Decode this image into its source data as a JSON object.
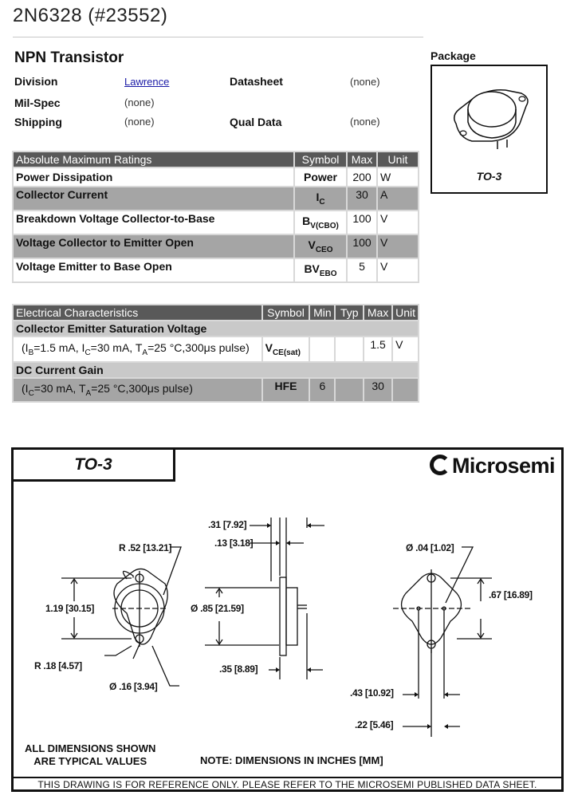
{
  "header": {
    "title": "2N6328    (#23552)"
  },
  "part": {
    "type": "NPN Transistor",
    "info": [
      {
        "label": "Division",
        "value": "Lawrence",
        "link": true
      },
      {
        "label": "Datasheet",
        "value": "(none)"
      },
      {
        "label": "Mil-Spec",
        "value": "(none)"
      },
      {
        "label": "Shipping",
        "value": "(none)"
      },
      {
        "label": "Qual Data",
        "value": "(none)"
      }
    ]
  },
  "package": {
    "label": "Package",
    "name": "TO-3"
  },
  "ratings": {
    "headers": [
      "Absolute Maximum Ratings",
      "Symbol",
      "Max",
      "Unit"
    ],
    "rows": [
      {
        "param": "Power Dissipation",
        "symbol": "Power",
        "sub": "",
        "max": "200",
        "unit": "W"
      },
      {
        "param": "Collector Current",
        "symbol": "I",
        "sub": "C",
        "max": "30",
        "unit": "A"
      },
      {
        "param": "Breakdown Voltage Collector-to-Base",
        "symbol": "B",
        "sub": "V(CBO)",
        "max": "100",
        "unit": "V"
      },
      {
        "param": "Voltage Collector to Emitter Open",
        "symbol": "V",
        "sub": "CEO",
        "max": "100",
        "unit": "V"
      },
      {
        "param": "Voltage Emitter to Base Open",
        "symbol": "BV",
        "sub": "EBO",
        "max": "5",
        "unit": "V"
      }
    ]
  },
  "electrical": {
    "headers": [
      "Electrical Characteristics",
      "Symbol",
      "Min",
      "Typ",
      "Max",
      "Unit"
    ],
    "groups": [
      {
        "name": "Collector Emitter Saturation Voltage",
        "condition": {
          "p1": "(I",
          "s1": "B",
          "p2": "=1.5 mA, I",
          "s2": "C",
          "p3": "=30 mA, T",
          "s3": "A",
          "p4": "=25 °C,300μs pulse)"
        },
        "symbol": "V",
        "sub": "CE(sat)",
        "min": "",
        "typ": "",
        "max": "1.5",
        "unit": "V"
      },
      {
        "name": "DC Current Gain",
        "condition": {
          "p1": "(I",
          "s1": "C",
          "p2": "=30 mA, T",
          "s2": "A",
          "p3": "=25 °C,300μs pulse)"
        },
        "symbol": "HFE",
        "sub": "",
        "min": "6",
        "typ": "",
        "max": "30",
        "unit": ""
      }
    ]
  },
  "drawing": {
    "title": "TO-3",
    "brand": "Microsemi",
    "dims": {
      "r52": "R .52 [13.21]",
      "h119": "1.19 [30.15]",
      "r18": "R .18 [4.57]",
      "d16": "Ø .16 [3.94]",
      "w31": ".31 [7.92]",
      "w13": ".13 [3.18]",
      "d85": "Ø .85 [21.59]",
      "w35": ".35 [8.89]",
      "d04": "Ø .04 [1.02]",
      "w67": ".67 [16.89]",
      "w43": ".43 [10.92]",
      "w22": ".22 [5.46]"
    },
    "note_left_1": "ALL DIMENSIONS SHOWN",
    "note_left_2": "ARE TYPICAL VALUES",
    "note_right": "NOTE: DIMENSIONS IN INCHES [MM]",
    "footer": "THIS DRAWING IS FOR REFERENCE ONLY.  PLEASE  REFER TO THE MICROSEMI PUBLISHED DATA SHEET."
  }
}
